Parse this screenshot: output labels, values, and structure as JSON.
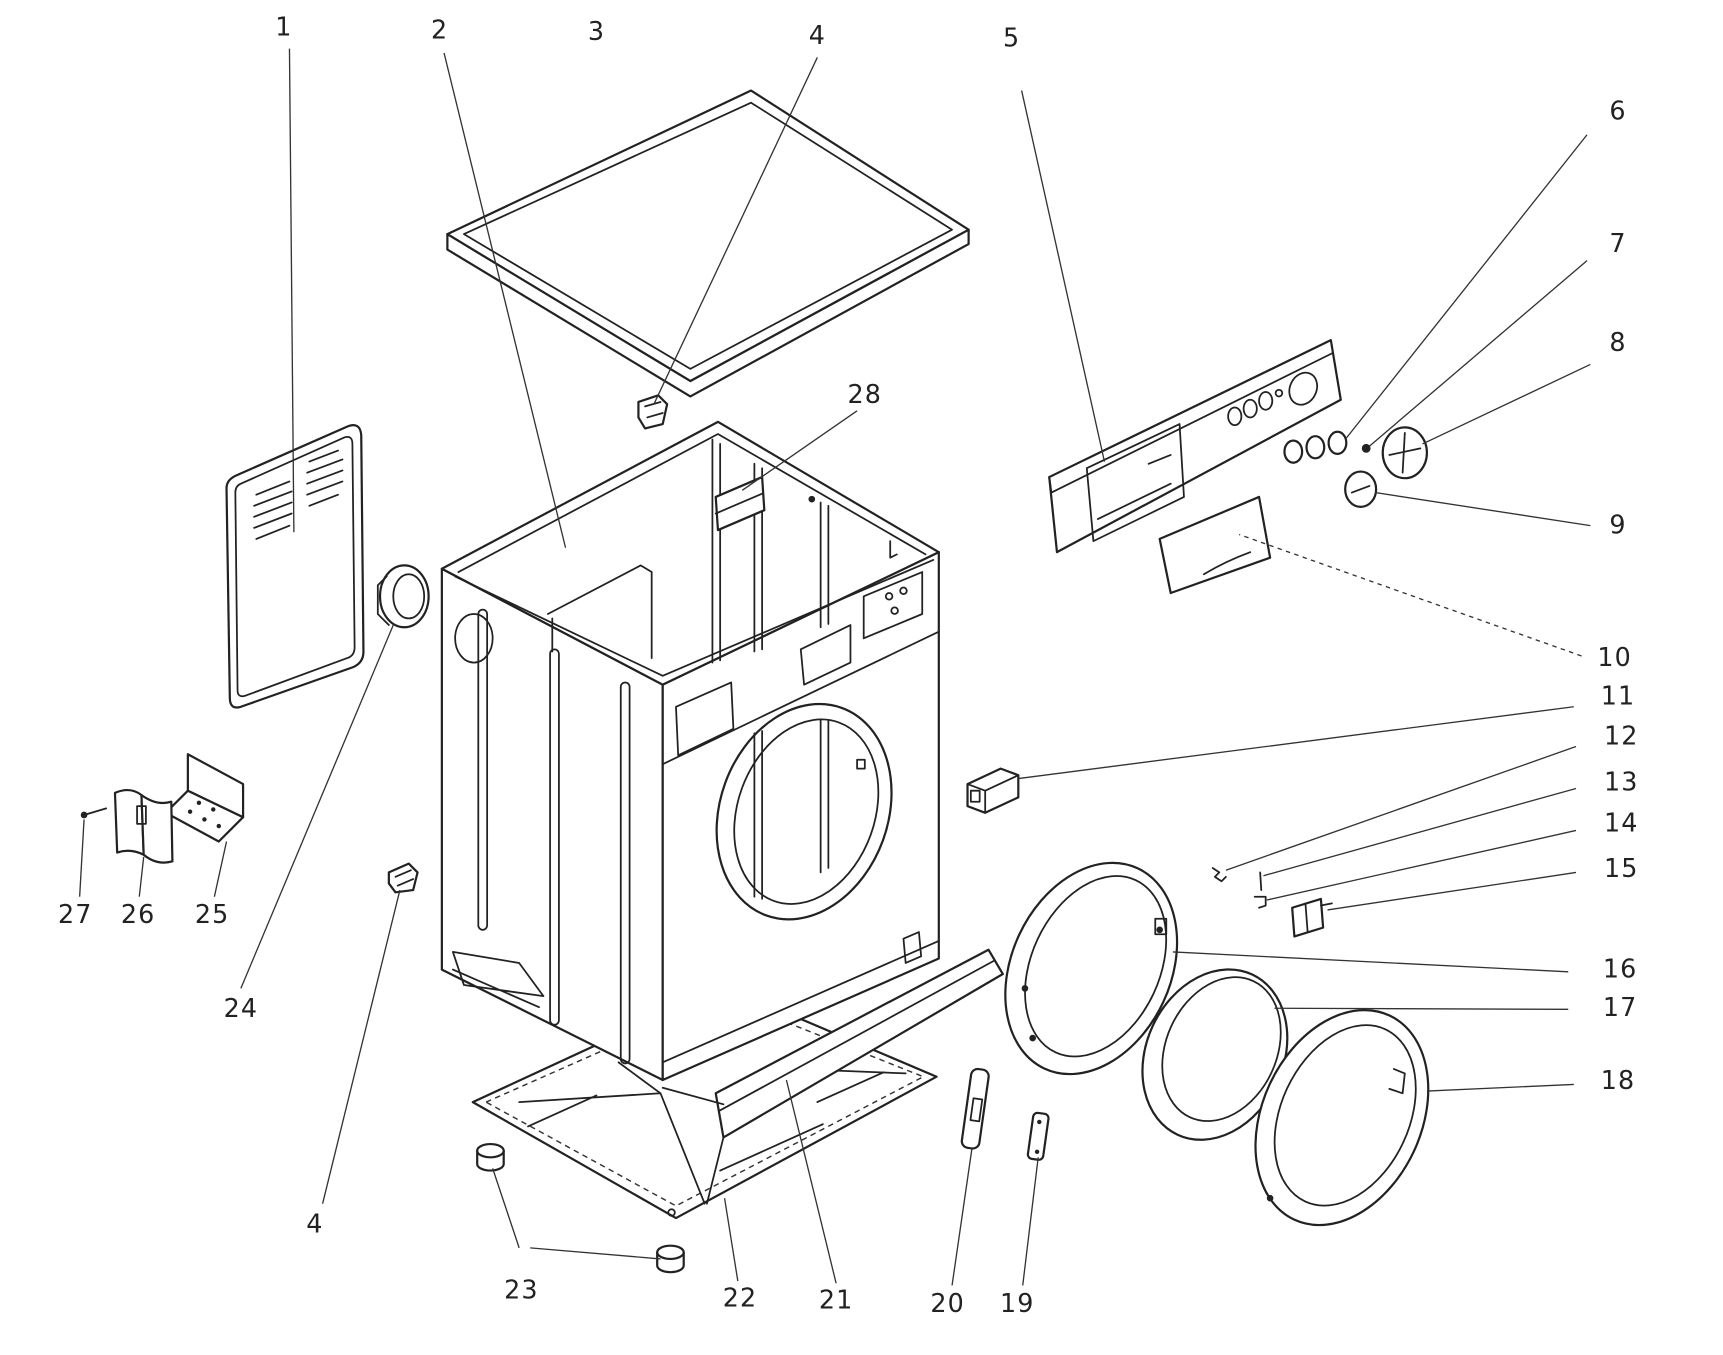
{
  "callouts": [
    "1",
    "2",
    "3",
    "4",
    "5",
    "6",
    "7",
    "8",
    "9",
    "10",
    "11",
    "12",
    "13",
    "14",
    "15",
    "16",
    "17",
    "18",
    "19",
    "20",
    "21",
    "22",
    "23",
    "4",
    "24",
    "25",
    "26",
    "27",
    "28"
  ],
  "colors": {
    "ink": "#222222",
    "paper": "#ffffff"
  }
}
